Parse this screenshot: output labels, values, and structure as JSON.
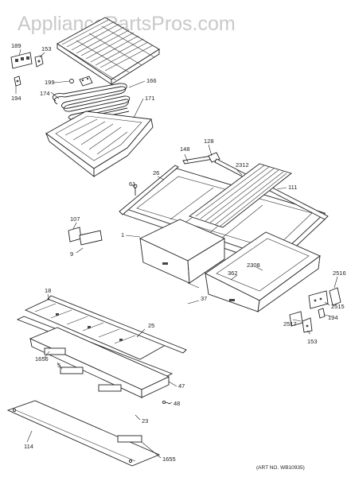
{
  "watermark": "AppliancePartsPros.com",
  "art_number": "(ART NO. WB10935)",
  "callouts": {
    "c189": "189",
    "c153a": "153",
    "c199": "199",
    "c194a": "194",
    "c174": "174",
    "c166": "166",
    "c171": "171",
    "c128": "128",
    "c148": "148",
    "c2312": "2312",
    "c26": "26",
    "c61": "61",
    "c111": "111",
    "c107": "107",
    "c9": "9",
    "c1": "1",
    "c2308": "2308",
    "c362": "362",
    "c2516": "2516",
    "c2515": "2515",
    "c194b": "194",
    "c2517": "2517",
    "c153b": "153",
    "c37": "37",
    "c18": "18",
    "c25": "25",
    "c1656": "1656",
    "c5": "5",
    "c47": "47",
    "c48": "48",
    "c23": "23",
    "c114": "114",
    "c1655": "1655"
  }
}
